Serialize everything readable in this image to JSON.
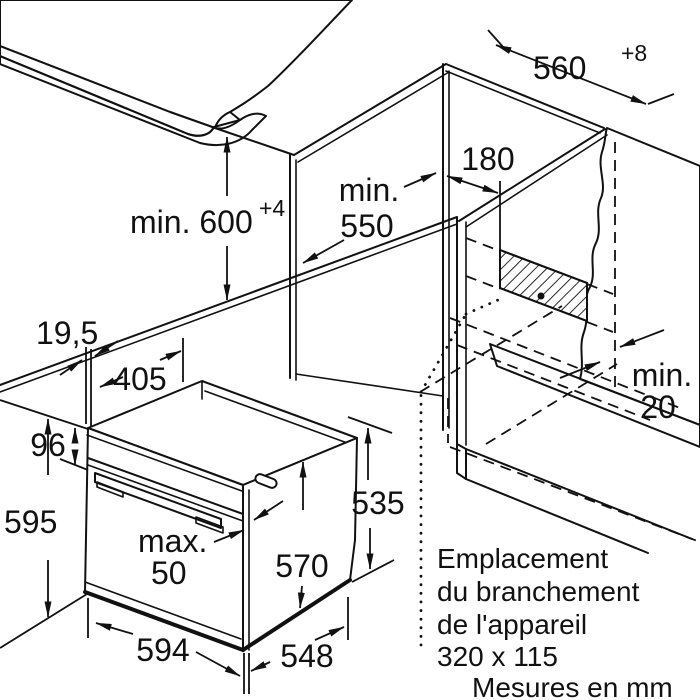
{
  "diagram": {
    "dims": {
      "niche_height": {
        "text": "min. 600",
        "sup": "+4"
      },
      "niche_width": {
        "text": "560",
        "sup": "+8"
      },
      "niche_depth": {
        "line1": "min.",
        "line2": "550"
      },
      "connection_offset": {
        "text": "180"
      },
      "rear_gap": {
        "line1": "min.",
        "line2": "20"
      },
      "side_trim": {
        "text": "19,5"
      },
      "top_depth": {
        "text": "405"
      },
      "panel_height": {
        "text": "96"
      },
      "front_height": {
        "text": "595"
      },
      "door_clearance": {
        "line1": "max.",
        "line2": "50"
      },
      "width": {
        "text": "594"
      },
      "depth": {
        "text": "548"
      },
      "rear_height": {
        "text": "535"
      },
      "body_height": {
        "text": "570"
      }
    },
    "connection_note": {
      "line1": "Emplacement",
      "line2": "du branchement",
      "line3": "de l'appareil",
      "line4": "320 x 115"
    },
    "units_note": "Mesures en mm",
    "colors": {
      "line": "#111111",
      "surface": "#eaeaea",
      "edge_band": "#cccccc",
      "wall": "#e6e6e6"
    }
  }
}
